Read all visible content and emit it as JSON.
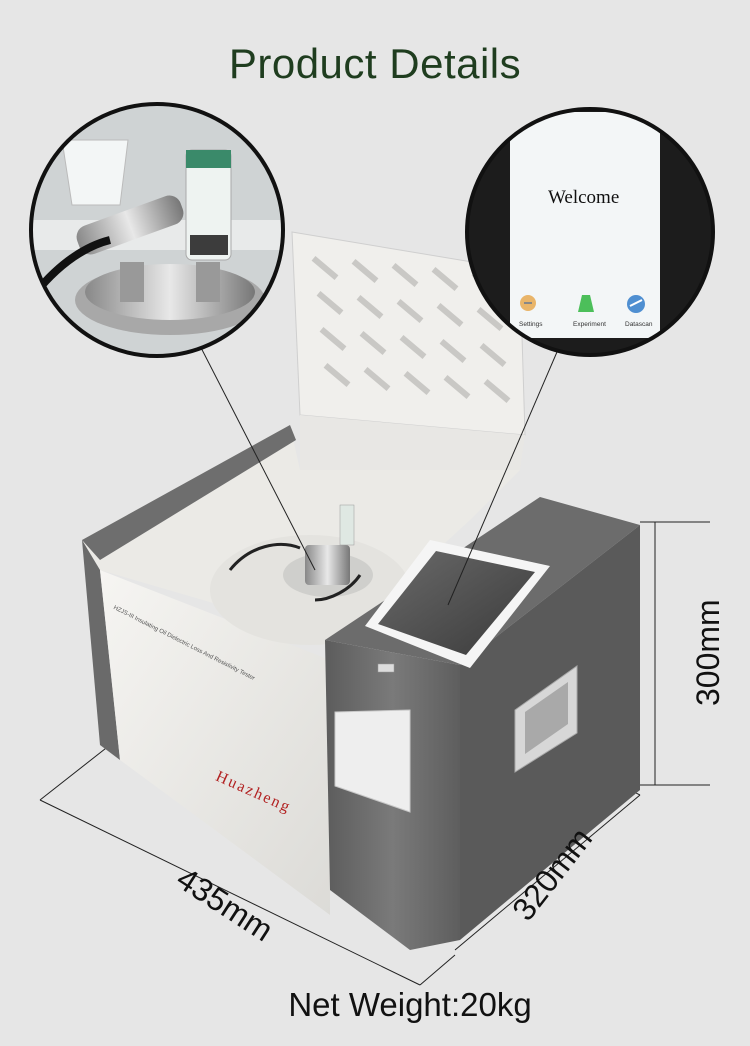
{
  "header": {
    "title": "Product Details"
  },
  "screen": {
    "welcome": "Welcome",
    "apps": [
      {
        "label": "Settings",
        "icon": "settings-icon"
      },
      {
        "label": "Experiment",
        "icon": "flask-icon"
      },
      {
        "label": "Datascan",
        "icon": "datascan-icon"
      }
    ]
  },
  "device": {
    "brand": "Huazheng",
    "model_text": "HZJS-III Insulating Oil Dielectric Loss And Resistivity Tester"
  },
  "dimensions": {
    "length": "435mm",
    "width": "320mm",
    "height": "300mm"
  },
  "footer": {
    "weight": "Net Weight:20kg"
  },
  "colors": {
    "title": "#1f3d1f",
    "body_gray": "#6e6e6e",
    "case_white": "#f2f1ee",
    "brand_red": "#b22222"
  }
}
